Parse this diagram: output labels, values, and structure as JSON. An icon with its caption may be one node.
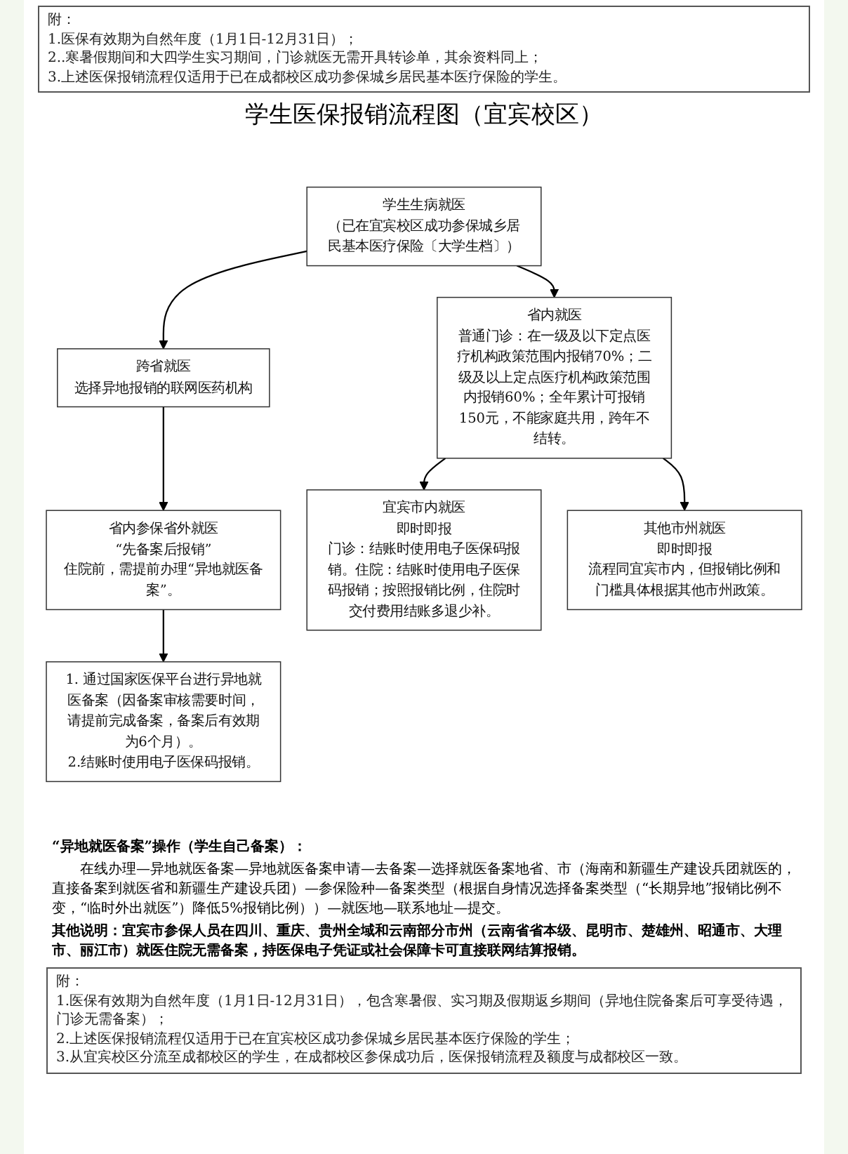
{
  "diagram": {
    "title": "学生医保报销流程图（宜宾校区）",
    "nodes": [
      {
        "text": [
          "学生生病就医",
          "（已在宜宾校区成功参保城乡居民基本医疗保险〔大学生档〕）"
        ]
      },
      {
        "text": [
          "省内就医",
          "普通门诊：在一级及以下定点医疗机构政策范围内报销70%；二级及以上定点医疗机构政策范围内报销60%；全年累计可报销150元，不能家庭共用，跨年不结转。"
        ]
      },
      {
        "text": [
          "跨省就医",
          "选择异地报销的联网医药机构"
        ]
      },
      {
        "text": [
          "省内参保省外就医",
          "“先备案后报销”",
          "住院前，需提前办理“异地就医备案”。"
        ]
      },
      {
        "text": [
          "宜宾市内就医",
          "即时即报",
          "门诊：结账时使用电子医保码报销。住院：结账时使用电子医保码报销；按照报销比例，住院时交付费用结账多退少补。"
        ]
      },
      {
        "text": [
          "其他市州就医",
          "即时即报",
          "流程同宜宾市内，但报销比例和门槛具体根据其他市州政策。"
        ]
      },
      {
        "text": [
          "1. 通过国家医保平台进行异地就医备案（因备案审核需要时间，请提前完成备案，备案后有效期为6个月）。",
          "2.结账时使用电子医保码报销。"
        ]
      }
    ],
    "edges": [
      {
        "from": 0,
        "to": 1,
        "arrow": "to"
      },
      {
        "from": 0,
        "to": 2,
        "arrow": "to"
      },
      {
        "from": 1,
        "to": 4,
        "arrow": "to"
      },
      {
        "from": 1,
        "to": 5,
        "arrow": "to"
      },
      {
        "from": 2,
        "to": 3,
        "arrow": "to"
      },
      {
        "from": 3,
        "to": 6,
        "arrow": "to"
      }
    ],
    "labels": [
      "附：",
      "1.医保有效期为自然年度（1月1日-12月31日）；",
      "2..寒暑假期间和大四学生实习期间，门诊就医无需开具转诊单，其余资料同上；",
      "3.上述医保报销流程仅适用于已在成都校区成功参保城乡居民基本医疗保险的学生。",
      "“异地就医备案”操作（学生自己备案）：",
      "在线办理—异地就医备案—异地就医备案申请—去备案—选择就医备案地省、市（海南和新疆生产建设兵团就医的，直接备案到就医省和新疆生产建设兵团）—参保险种—备案类型（根据自身情况选择备案类型（“长期异地”报销比例不变，“临时外出就医”）降低5%报销比例））—就医地—联系地址—提交。",
      "其他说明：宜宾市参保人员在四川、重庆、贵州全域和云南部分市州（云南省省本级、昆明市、楚雄州、昭通市、大理市、丽江市）就医住院无需备案，持医保电子凭证或社会保障卡可直接联网结算报销。",
      "附：",
      "1.医保有效期为自然年度（1月1日-12月31日），包含寒暑假、实习期及假期返乡期间（异地住院备案后可享受待遇，门诊无需备案）；",
      "2.上述医保报销流程仅适用于已在宜宾校区成功参保城乡居民基本医疗保险的学生；",
      "3.从宜宾校区分流至成都校区的学生，在成都校区参保成功后，医保报销流程及额度与成都校区一致。"
    ]
  }
}
